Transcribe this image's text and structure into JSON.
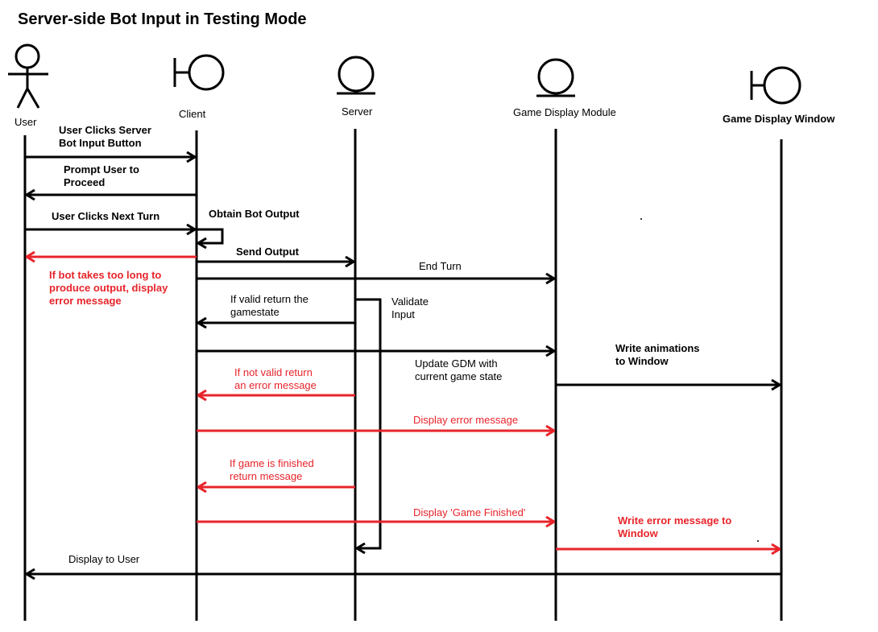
{
  "title": "Server-side Bot Input in Testing Mode",
  "colors": {
    "line": "#000000",
    "error": "#e8242b"
  },
  "participants": [
    {
      "label": "User",
      "kind": "actor-icon"
    },
    {
      "label": "Client",
      "kind": "boundary-icon"
    },
    {
      "label": "Server",
      "kind": "entity-icon"
    },
    {
      "label": "Game Display Module",
      "kind": "entity-icon"
    },
    {
      "label": "Game Display Window",
      "kind": "boundary-icon"
    }
  ],
  "messages": [
    {
      "label": "User Clicks Server\nBot Input Button",
      "from": "User",
      "to": "Client"
    },
    {
      "label": "Prompt User to\nProceed",
      "from": "Client",
      "to": "User"
    },
    {
      "label": "User Clicks Next Turn",
      "from": "User",
      "to": "Client"
    },
    {
      "label": "Obtain Bot Output",
      "from": "Client",
      "to": "Client"
    },
    {
      "label": "If bot takes too long to\nproduce output, display\nerror message",
      "from": "Client",
      "to": "User",
      "error": true
    },
    {
      "label": "Send Output",
      "from": "Client",
      "to": "Server"
    },
    {
      "label": "End Turn",
      "from": "Client",
      "to": "Game Display Module"
    },
    {
      "label": "Validate\nInput",
      "from": "Server",
      "to": "Server"
    },
    {
      "label": "If valid return the\ngamestate",
      "from": "Server",
      "to": "Client"
    },
    {
      "label": "Update GDM with\ncurrent game state",
      "from": "Client",
      "to": "Game Display Module"
    },
    {
      "label": "Write animations\nto Window",
      "from": "Game Display Module",
      "to": "Game Display Window"
    },
    {
      "label": "If not valid return\nan error message",
      "from": "Server",
      "to": "Client",
      "error": true
    },
    {
      "label": "Display error message",
      "from": "Client",
      "to": "Game Display Module",
      "error": true
    },
    {
      "label": "If game is finished\nreturn message",
      "from": "Server",
      "to": "Client",
      "error": true
    },
    {
      "label": "Display 'Game Finished'",
      "from": "Client",
      "to": "Game Display Module",
      "error": true
    },
    {
      "label": "Write error message to\nWindow",
      "from": "Game Display Module",
      "to": "Game Display Window",
      "error": true
    },
    {
      "label": "Display to User",
      "from": "Game Display Window",
      "to": "User"
    }
  ]
}
